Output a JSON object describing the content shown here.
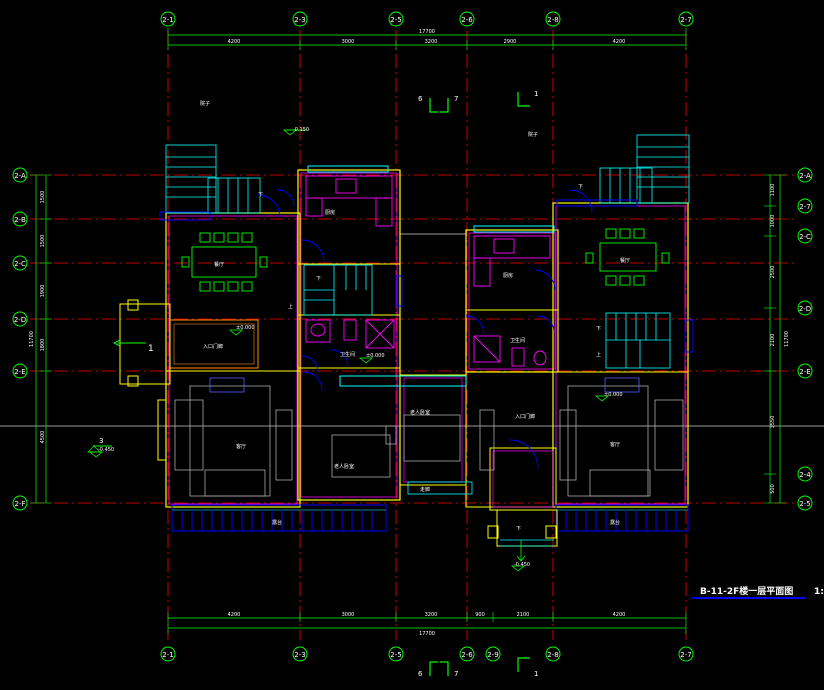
{
  "drawing": {
    "title": "B-11-2F楼一层平面图",
    "scale_prefix": "1:"
  },
  "axes": {
    "top": [
      "2-1",
      "2-3",
      "2-5",
      "2-6",
      "2-8",
      "2-7"
    ],
    "bottom": [
      "2-1",
      "2-3",
      "2-5",
      "2-6",
      "2-8",
      "2-7"
    ],
    "bottom_extra": "2-9",
    "left": [
      "2-A",
      "2-B",
      "2-C",
      "2-D",
      "2-E",
      "2-F"
    ],
    "right": [
      "2-A",
      "2-7",
      "2-C",
      "2-D",
      "2-E",
      "2-4",
      "2-5"
    ]
  },
  "dimensions": {
    "top_total": "17700",
    "top_segments": [
      "4200",
      "3000",
      "3200",
      "2900",
      "4200"
    ],
    "bottom_total": "17700",
    "bottom_segments": [
      "4200",
      "3000",
      "3200",
      "900",
      "2100",
      "4200"
    ],
    "left_total": "11700",
    "left_segments": [
      "1500",
      "1500",
      "1900",
      "1800",
      "4500"
    ],
    "right_total": "11700",
    "right_segments": [
      "1100",
      "1000",
      "2500",
      "2100",
      "3550",
      "500"
    ]
  },
  "rooms": {
    "garden_left": "院子",
    "garden_right": "院子",
    "kitchen_left": "厨房",
    "kitchen_right": "厨房",
    "dining_left": "餐厅",
    "dining_right": "餐厅",
    "entry_left": "入口门廊",
    "entry_right": "入口门廊",
    "bath_left": "卫生间",
    "bath_right": "卫生间",
    "living_left": "客厅",
    "living_right": "客厅",
    "bedroom_left": "老人卧室",
    "bedroom_right": "老人卧室",
    "terrace_left": "露台",
    "terrace_right": "露台",
    "hallway": "走廊"
  },
  "levels": {
    "top_left": "-0.150",
    "mid_left": "±0.000",
    "right_entry": "±0.000",
    "left_3": "-0.450",
    "bottom": "-0.450",
    "bottom_right": "±0.000"
  },
  "stair_labels": {
    "down": "下",
    "up": "上"
  },
  "section_marks": {
    "top_a": "6",
    "top_b": "7",
    "top_c": "1",
    "bottom_a": "6",
    "bottom_b": "7",
    "bottom_c": "1",
    "left_mark": "3",
    "left_num": "1"
  },
  "colors": {
    "background": "#000000",
    "axis_line": "#ff0000",
    "dim_line": "#00ff00",
    "wall": "#ffff00",
    "wall_inner": "#ff00ff",
    "furniture": "#00ff00",
    "fixture": "#ff00ff",
    "window": "#0000ff",
    "stair": "#00ffff",
    "title_underline": "#0000ff"
  }
}
